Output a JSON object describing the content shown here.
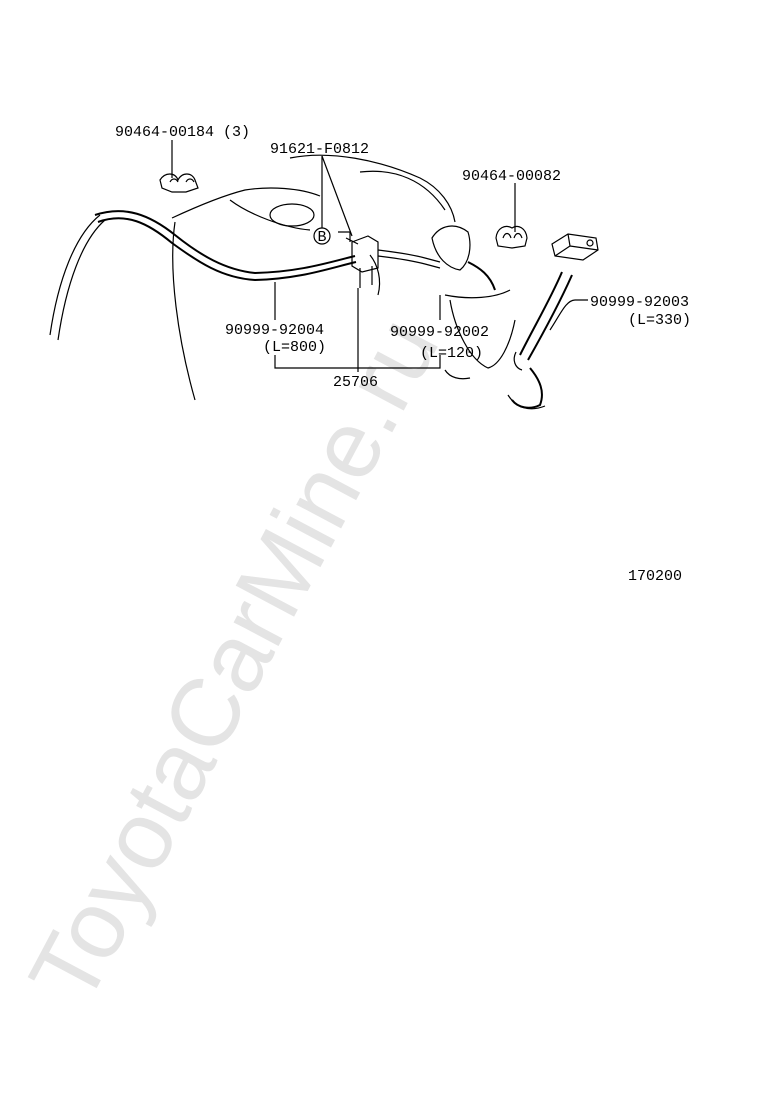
{
  "watermark": "ToyotaCarMine.ru",
  "callouts": {
    "clip_904640184": "90464-00184 (3)",
    "bolt_91621": "91621-F0812",
    "clip_904640082": "90464-00082",
    "hose_9099992003": "90999-92003",
    "hose_9099992003_len": "(L=330)",
    "hose_9099992004": "90999-92004",
    "hose_9099992004_len": "(L=800)",
    "hose_9099992002": "90999-92002",
    "hose_9099992002_len": "(L=120)",
    "assembly_25706": "25706",
    "ref_marker_b": "B"
  },
  "diagram_number": "170200"
}
